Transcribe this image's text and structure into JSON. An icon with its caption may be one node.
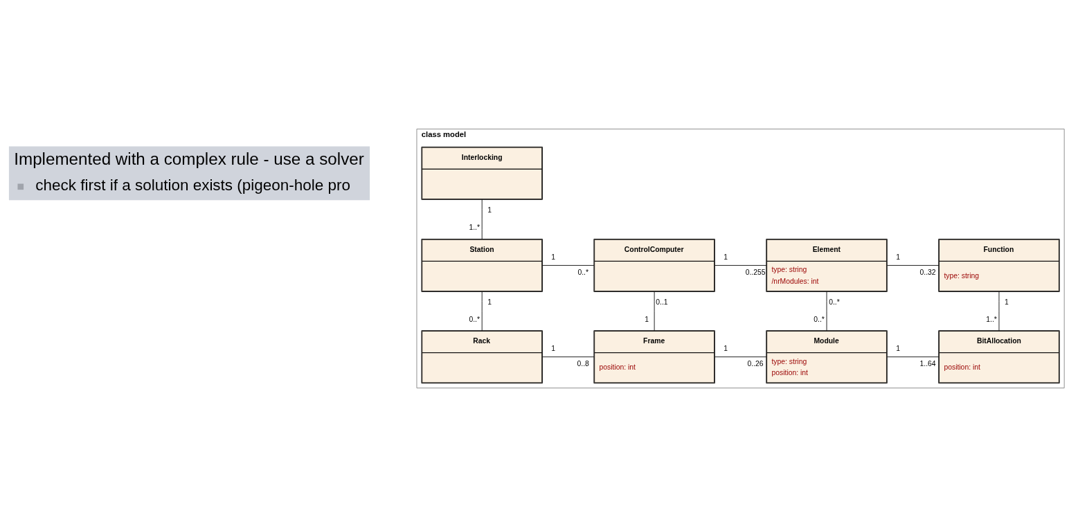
{
  "diagram": {
    "nodes": [
      {
        "text": [
          "class model"
        ]
      },
      {
        "text": [
          "Interlocking"
        ],
        "in": 0
      },
      {
        "text": [
          "Station"
        ],
        "in": 0
      },
      {
        "text": [
          "ControlComputer"
        ],
        "in": 0
      },
      {
        "text": [
          "Element",
          "type: string",
          "/nrModules: int"
        ],
        "in": 0
      },
      {
        "text": [
          "Function",
          "type: string"
        ],
        "in": 0
      },
      {
        "text": [
          "Rack"
        ],
        "in": 0
      },
      {
        "text": [
          "Frame",
          "position: int"
        ],
        "in": 0
      },
      {
        "text": [
          "Module",
          "type: string",
          "position: int"
        ],
        "in": 0
      },
      {
        "text": [
          "BitAllocation",
          "position: int"
        ],
        "in": 0
      },
      {
        "text": [
          "Implemented with a complex rule - use a solver",
          "check first if a solution exists (pigeon-hole pro"
        ]
      }
    ],
    "edges": [
      {
        "from": 1,
        "to": 2,
        "arrow": "none"
      },
      {
        "from": 2,
        "to": 3,
        "arrow": "none"
      },
      {
        "from": 3,
        "to": 4,
        "arrow": "none"
      },
      {
        "from": 4,
        "to": 5,
        "arrow": "none"
      },
      {
        "from": 2,
        "to": 6,
        "arrow": "none"
      },
      {
        "from": 3,
        "to": 7,
        "arrow": "none"
      },
      {
        "from": 4,
        "to": 8,
        "arrow": "none"
      },
      {
        "from": 5,
        "to": 9,
        "arrow": "none"
      },
      {
        "from": 6,
        "to": 7,
        "arrow": "none"
      },
      {
        "from": 7,
        "to": 8,
        "arrow": "none"
      },
      {
        "from": 8,
        "to": 9,
        "arrow": "none"
      }
    ],
    "labels": [
      "1",
      "1..*",
      "1",
      "0..*",
      "1",
      "0..255",
      "1",
      "0..32",
      "1",
      "0..*",
      "0..1",
      "1",
      "0..*",
      "0..*",
      "1",
      "1..*",
      "1",
      "0..8",
      "1",
      "0..26",
      "1",
      "1..64"
    ]
  }
}
